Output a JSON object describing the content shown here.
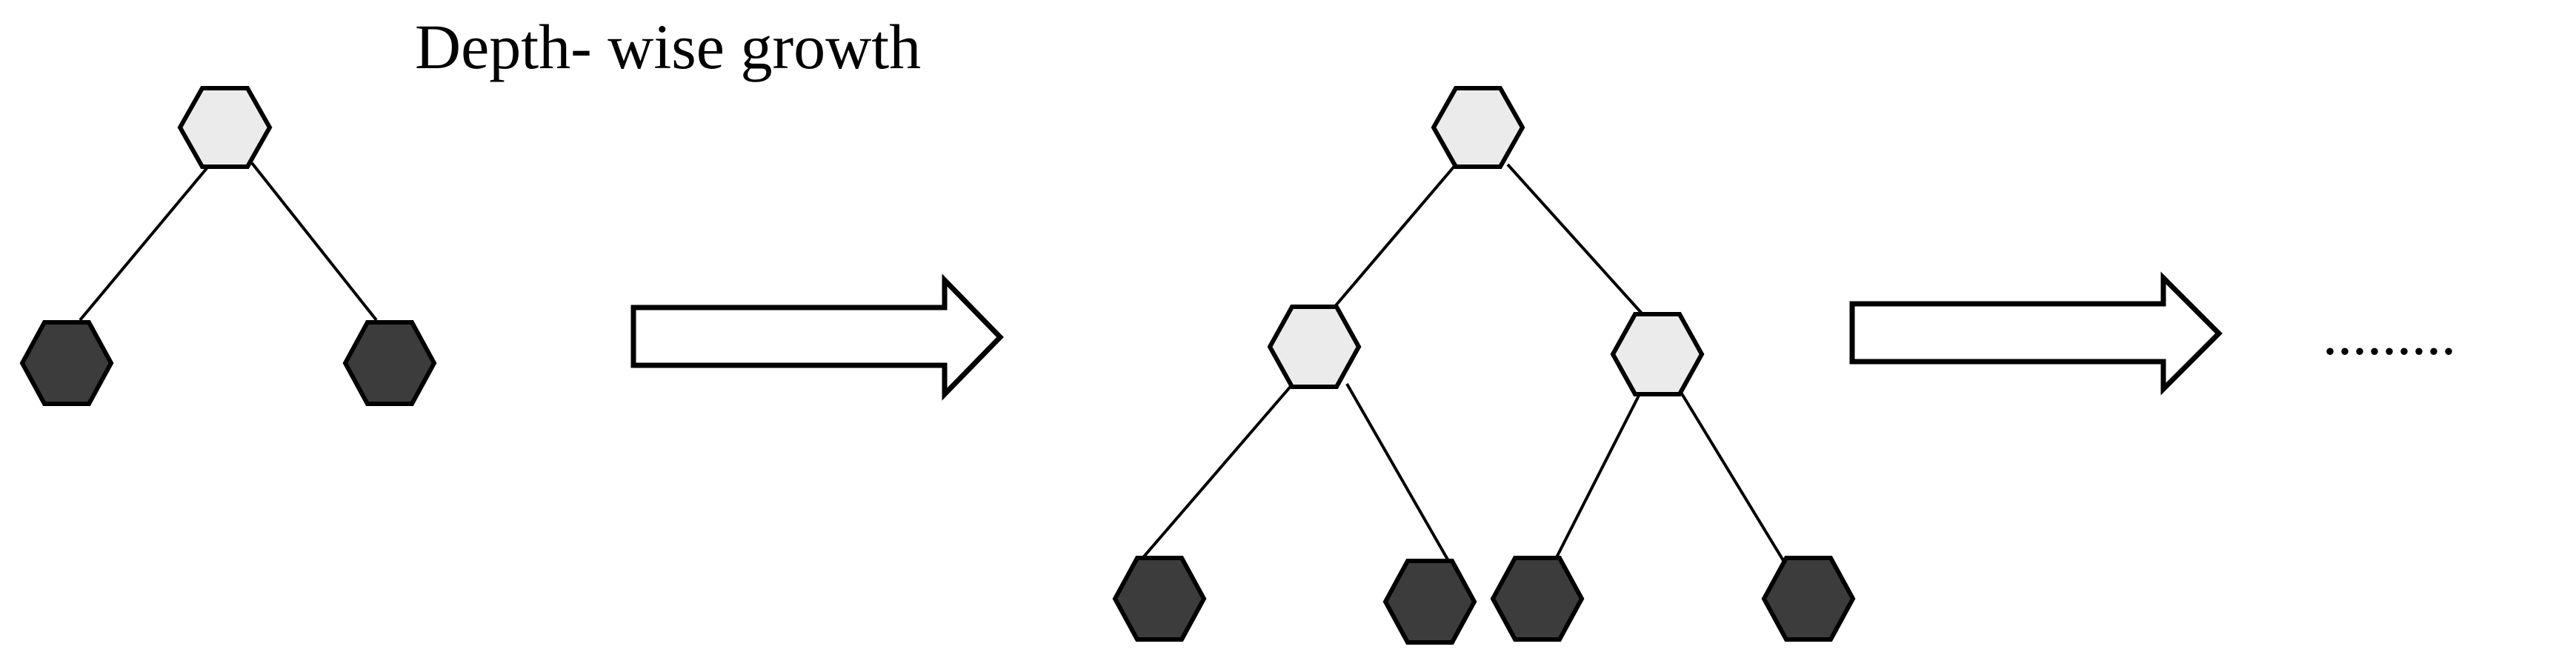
{
  "title": "Depth- wise growth",
  "ellipsis": ".........",
  "colors": {
    "internal_node": "#ebebeb",
    "leaf_node": "#3c3c3c",
    "line": "#000000"
  },
  "trees": [
    {
      "name": "tree-depth-1",
      "nodes": [
        {
          "id": "root",
          "kind": "internal"
        },
        {
          "id": "leaf-left",
          "kind": "leaf",
          "parent": "root"
        },
        {
          "id": "leaf-right",
          "kind": "leaf",
          "parent": "root"
        }
      ]
    },
    {
      "name": "tree-depth-2",
      "nodes": [
        {
          "id": "root",
          "kind": "internal"
        },
        {
          "id": "child-left",
          "kind": "internal",
          "parent": "root"
        },
        {
          "id": "child-right",
          "kind": "internal",
          "parent": "root"
        },
        {
          "id": "leaf-1",
          "kind": "leaf",
          "parent": "child-left"
        },
        {
          "id": "leaf-2",
          "kind": "leaf",
          "parent": "child-left"
        },
        {
          "id": "leaf-3",
          "kind": "leaf",
          "parent": "child-right"
        },
        {
          "id": "leaf-4",
          "kind": "leaf",
          "parent": "child-right"
        }
      ]
    }
  ]
}
